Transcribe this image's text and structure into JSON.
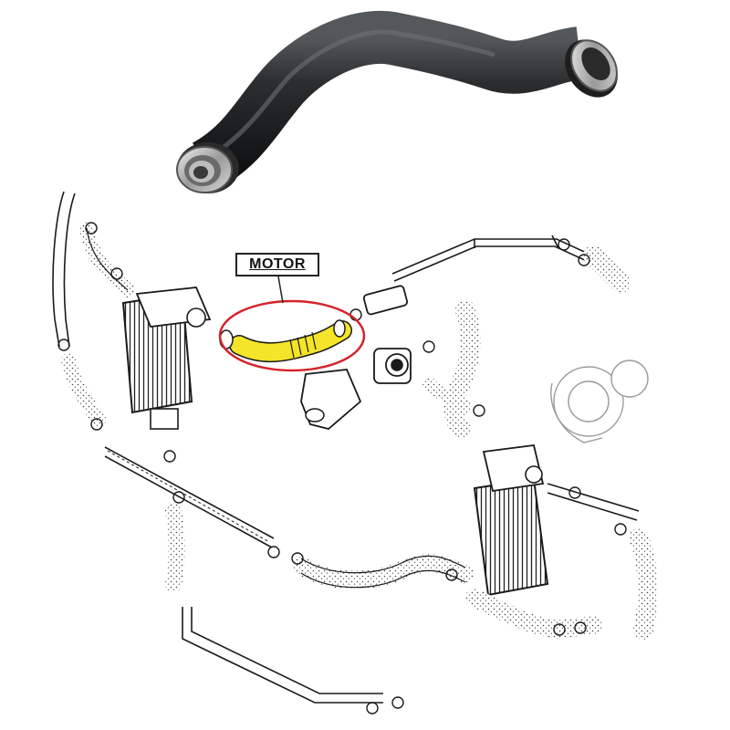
{
  "callout": {
    "label": "MOTOR"
  },
  "colors": {
    "hose_photo": "#2b2d2f",
    "hose_highlight": "#f4e42a",
    "callout_ellipse": "#d4232a",
    "line_art": "#1a1a1a",
    "hose_stipple": "#d9d9d9"
  },
  "icons": {
    "product": "rubber-intercooler-hose",
    "diagram": "intercooler-piping-exploded-view"
  }
}
